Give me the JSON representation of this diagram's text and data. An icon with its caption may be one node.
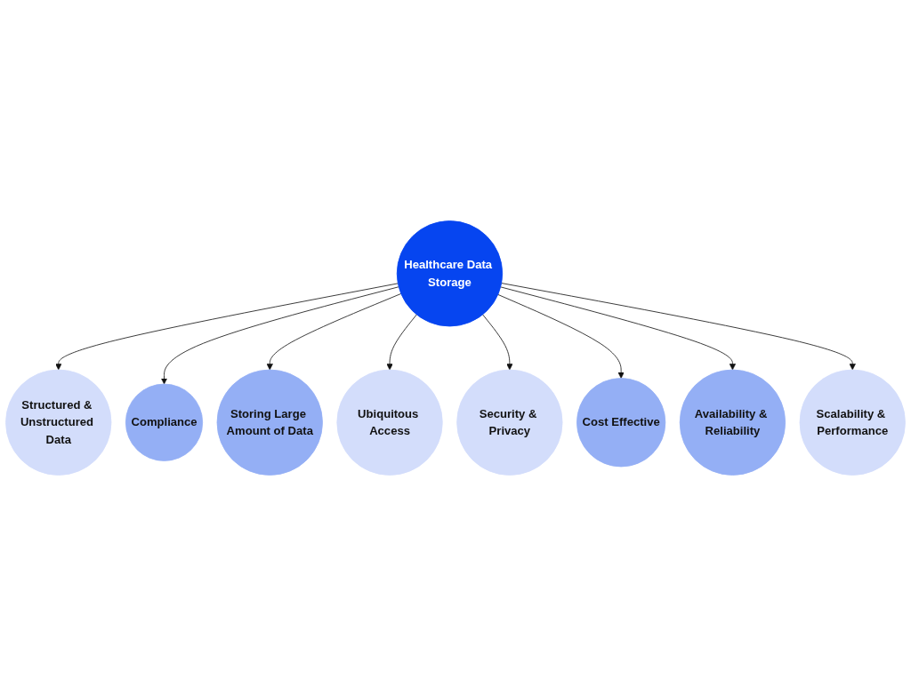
{
  "diagram": {
    "nodes": [
      {
        "text": [
          "Healthcare Data Storage"
        ]
      },
      {
        "text": [
          "Structured & Unstructured Data"
        ]
      },
      {
        "text": [
          "Compliance"
        ]
      },
      {
        "text": [
          "Storing Large Amount of Data"
        ]
      },
      {
        "text": [
          "Ubiquitous Access"
        ]
      },
      {
        "text": [
          "Security & Privacy"
        ]
      },
      {
        "text": [
          "Cost Effective"
        ]
      },
      {
        "text": [
          "Availability & Reliability"
        ]
      },
      {
        "text": [
          "Scalability & Performance"
        ]
      }
    ],
    "edges": [
      {
        "from": 0,
        "to": 1,
        "arrow": "to"
      },
      {
        "from": 0,
        "to": 2,
        "arrow": "to"
      },
      {
        "from": 0,
        "to": 3,
        "arrow": "to"
      },
      {
        "from": 0,
        "to": 4,
        "arrow": "to"
      },
      {
        "from": 0,
        "to": 5,
        "arrow": "to"
      },
      {
        "from": 0,
        "to": 6,
        "arrow": "to"
      },
      {
        "from": 0,
        "to": 7,
        "arrow": "to"
      },
      {
        "from": 0,
        "to": 8,
        "arrow": "to"
      }
    ]
  }
}
